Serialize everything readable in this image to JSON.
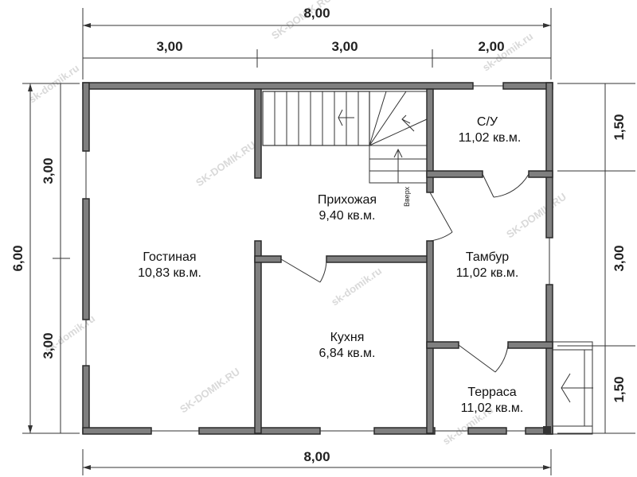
{
  "dimensions": {
    "top_total": "8,00",
    "top_segments": [
      "3,00",
      "3,00",
      "2,00"
    ],
    "bottom_total": "8,00",
    "left_total": "6,00",
    "left_segments": [
      "3,00",
      "3,00"
    ],
    "right_segments": [
      "1,50",
      "3,00",
      "1,50"
    ]
  },
  "rooms": {
    "su": {
      "name": "С/У",
      "area": "11,02 кв.м."
    },
    "hall": {
      "name": "Прихожая",
      "area": "9,40 кв.м."
    },
    "living": {
      "name": "Гостиная",
      "area": "10,83 кв.м."
    },
    "vestibule": {
      "name": "Тамбур",
      "area": "11,02 кв.м."
    },
    "kitchen": {
      "name": "Кухня",
      "area": "6,84 кв.м."
    },
    "terrace": {
      "name": "Терраса",
      "area": "11,02 кв.м."
    }
  },
  "stair_label": "Вверх",
  "watermarks": [
    "SK-DOMIK.RU",
    "sk-domik.ru"
  ],
  "colors": {
    "wall": "#7f7f7f",
    "wall_stroke": "#2a2a2a",
    "line": "#333333",
    "watermark": "#d9d9d9"
  }
}
